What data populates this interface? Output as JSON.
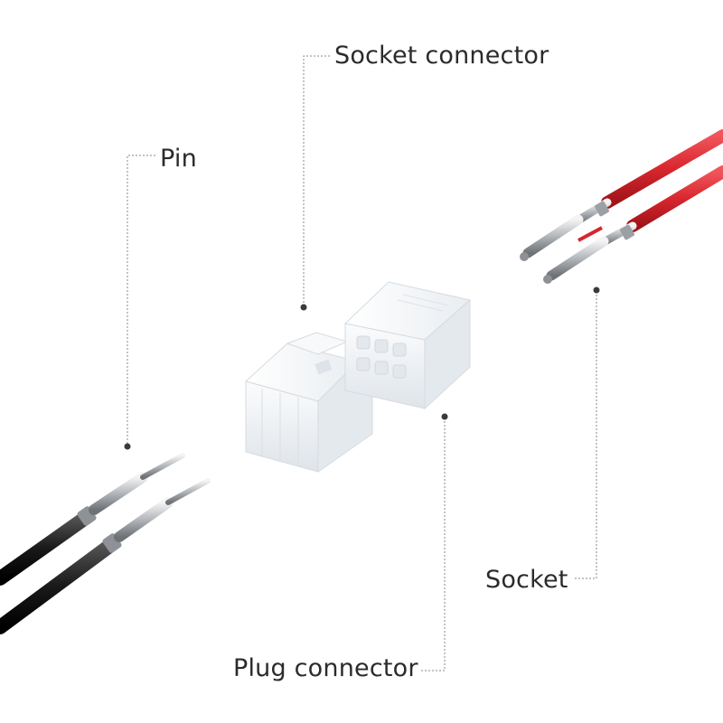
{
  "labels": {
    "socket_connector": "Socket connector",
    "pin": "Pin",
    "socket": "Socket",
    "plug_connector": "Plug connector"
  },
  "colors": {
    "text": "#2b2b2b",
    "leader": "#8a8a8a",
    "red_wire": "#d8262e",
    "black_wire": "#1a1a1a",
    "housing": "#eef1f4"
  }
}
